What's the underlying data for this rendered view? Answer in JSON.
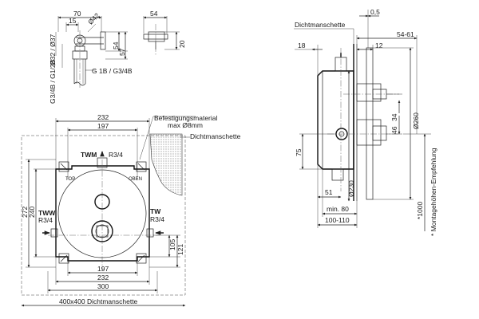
{
  "top_left": {
    "dims": [
      "70",
      "15",
      "Ø42",
      "Ø32 / Ø37",
      "G3/4B / G1/2B",
      "54",
      "57",
      "G 1B / G3/4B"
    ],
    "side_dims": [
      "54",
      "20"
    ]
  },
  "front_view": {
    "top_dims": [
      "232",
      "197"
    ],
    "bottom_dims": [
      "197",
      "232",
      "300"
    ],
    "left_dims": [
      "272",
      "240"
    ],
    "right_dims": [
      "105",
      "121"
    ],
    "fastening_label": "Befestigungsmaterial",
    "fastening_size": "max Ø8mm",
    "seal_label_top": "Dichtmanschette",
    "twm_label": "TWM",
    "twm_size": "R3/4",
    "tww_label": "TWW",
    "tww_size": "R3/4",
    "tw_label": "TW",
    "tw_size": "R3/4",
    "top_left_mark": "TOP",
    "top_right_mark": "OBEN",
    "bottom_label": "400x400  Dichtmanschette"
  },
  "side_view": {
    "seal_label": "Dichtmanschette",
    "top_dims": [
      "0,5",
      "54-61",
      "18",
      "12"
    ],
    "right_dims": [
      "34",
      "46",
      "Ø260"
    ],
    "left_dims": [
      "75"
    ],
    "bottom_dims": [
      "51",
      "Ø230",
      "min. 80",
      "100-110"
    ],
    "height_value": "*1000",
    "height_note": "* Montagehöhen-Empfehlung"
  }
}
